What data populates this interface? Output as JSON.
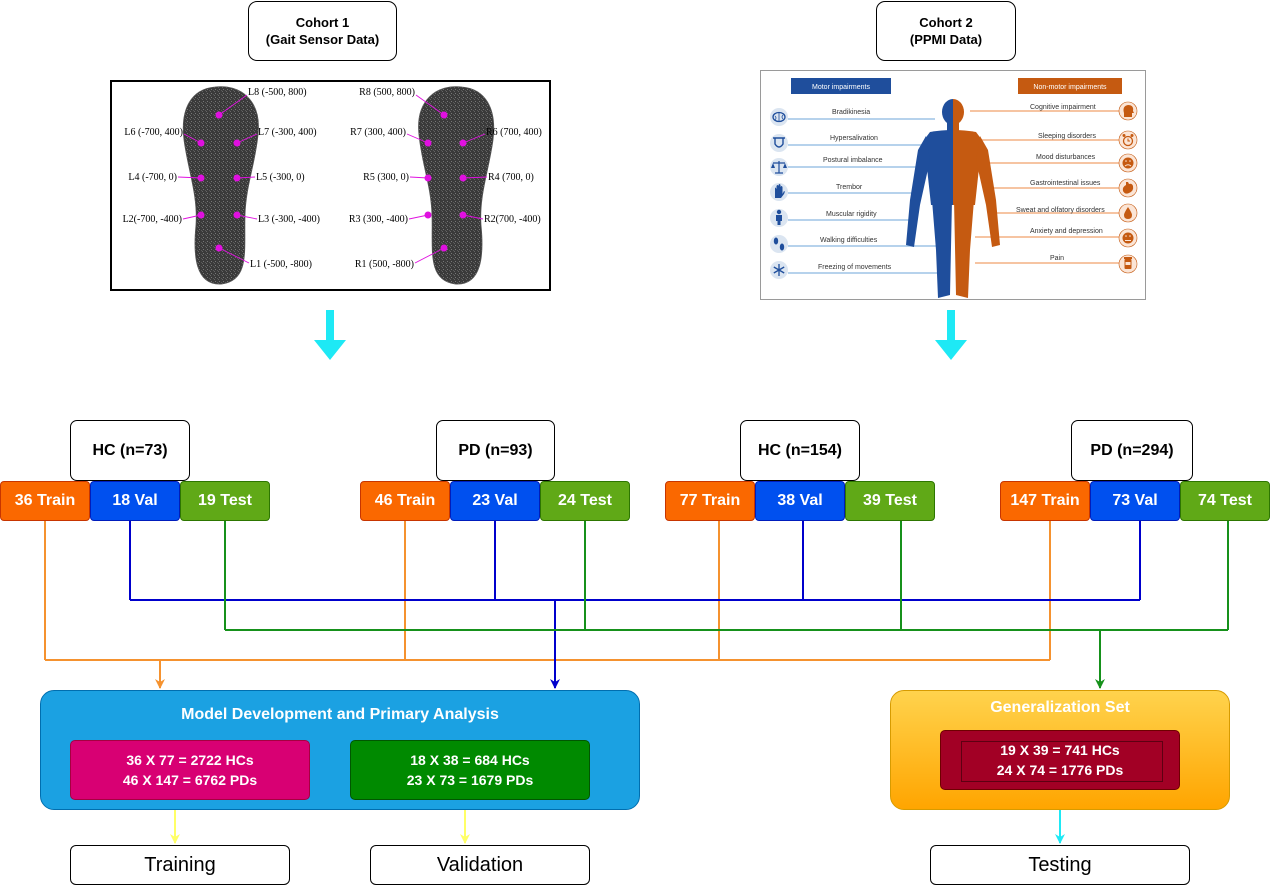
{
  "cohorts": {
    "cohort1": {
      "title": "Cohort 1",
      "subtitle": "(Gait Sensor Data)"
    },
    "cohort2": {
      "title": "Cohort 2",
      "subtitle": "(PPMI Data)"
    }
  },
  "insole": {
    "left": [
      "L8 (-500, 800)",
      "L6 (-700, 400)",
      "L7 (-300, 400)",
      "L4 (-700, 0)",
      "L5 (-300, 0)",
      "L2(-700, -400)",
      "L3 (-300, -400)",
      "L1 (-500, -800)"
    ],
    "right": [
      "R8 (500, 800)",
      "R7 (300, 400)",
      "R6 (700, 400)",
      "R5 (300, 0)",
      "R4 (700, 0)",
      "R3 (300, -400)",
      "R2(700, -400)",
      "R1 (500, -800)"
    ]
  },
  "ppmi": {
    "motor_header": "Motor impairments",
    "nonmotor_header": "Non-motor impairments",
    "motor": [
      {
        "label": "Bradikinesia",
        "icon": "brain-icon"
      },
      {
        "label": "Hypersalivation",
        "icon": "tongue-icon"
      },
      {
        "label": "Postural imbalance",
        "icon": "balance-scale-icon"
      },
      {
        "label": "Trembor",
        "icon": "hand-icon"
      },
      {
        "label": "Muscular rigidity",
        "icon": "person-icon"
      },
      {
        "label": "Walking difficulties",
        "icon": "footprints-icon"
      },
      {
        "label": "Freezing of movements",
        "icon": "snowflake-icon"
      }
    ],
    "nonmotor": [
      {
        "label": "Cognitive impairment",
        "icon": "head-brain-icon"
      },
      {
        "label": "Sleeping disorders",
        "icon": "alarm-clock-icon"
      },
      {
        "label": "Mood disturbances",
        "icon": "sad-face-icon"
      },
      {
        "label": "Gastrointestinal issues",
        "icon": "stomach-icon"
      },
      {
        "label": "Sweat and olfatory disorders",
        "icon": "drop-icon"
      },
      {
        "label": "Anxiety and depression",
        "icon": "worried-face-icon"
      },
      {
        "label": "Pain",
        "icon": "pill-bottle-icon"
      }
    ]
  },
  "groups": [
    {
      "label": "HC (n=73)",
      "train": "36 Train",
      "val": "18 Val",
      "test": "19 Test"
    },
    {
      "label": "PD (n=93)",
      "train": "46 Train",
      "val": "23 Val",
      "test": "24 Test"
    },
    {
      "label": "HC (n=154)",
      "train": "77 Train",
      "val": "38 Val",
      "test": "39 Test"
    },
    {
      "label": "PD (n=294)",
      "train": "147 Train",
      "val": "73 Val",
      "test": "74 Test"
    }
  ],
  "model_development": {
    "title": "Model Development and Primary Analysis",
    "training_lines": [
      "36 X 77 = 2722 HCs",
      "46 X 147 = 6762 PDs"
    ],
    "validation_lines": [
      "18 X 38 = 684 HCs",
      "23 X 73 = 1679 PDs"
    ]
  },
  "generalization": {
    "title": "Generalization Set",
    "lines": [
      "19 X 39 = 741 HCs",
      "24 X 74 = 1776 PDs"
    ]
  },
  "outputs": {
    "training": "Training",
    "validation": "Validation",
    "testing": "Testing"
  },
  "colors": {
    "train": "#fa6800",
    "val": "#0050ef",
    "test": "#60a917",
    "train_line": "#f5922f",
    "val_line": "#0000cc",
    "test_line": "#16911b",
    "arrow_cyan": "#1ee9f5",
    "arrow_yellow": "#ffff66",
    "model_box": "#1ba1e2",
    "training_box": "#d80073",
    "validation_box": "#008a00",
    "generalization_box": "#ffb81c",
    "generalization_inner": "#a20025",
    "motor": "#1f4e9c",
    "nonmotor": "#c55a11",
    "sensor": "#e010e0"
  }
}
